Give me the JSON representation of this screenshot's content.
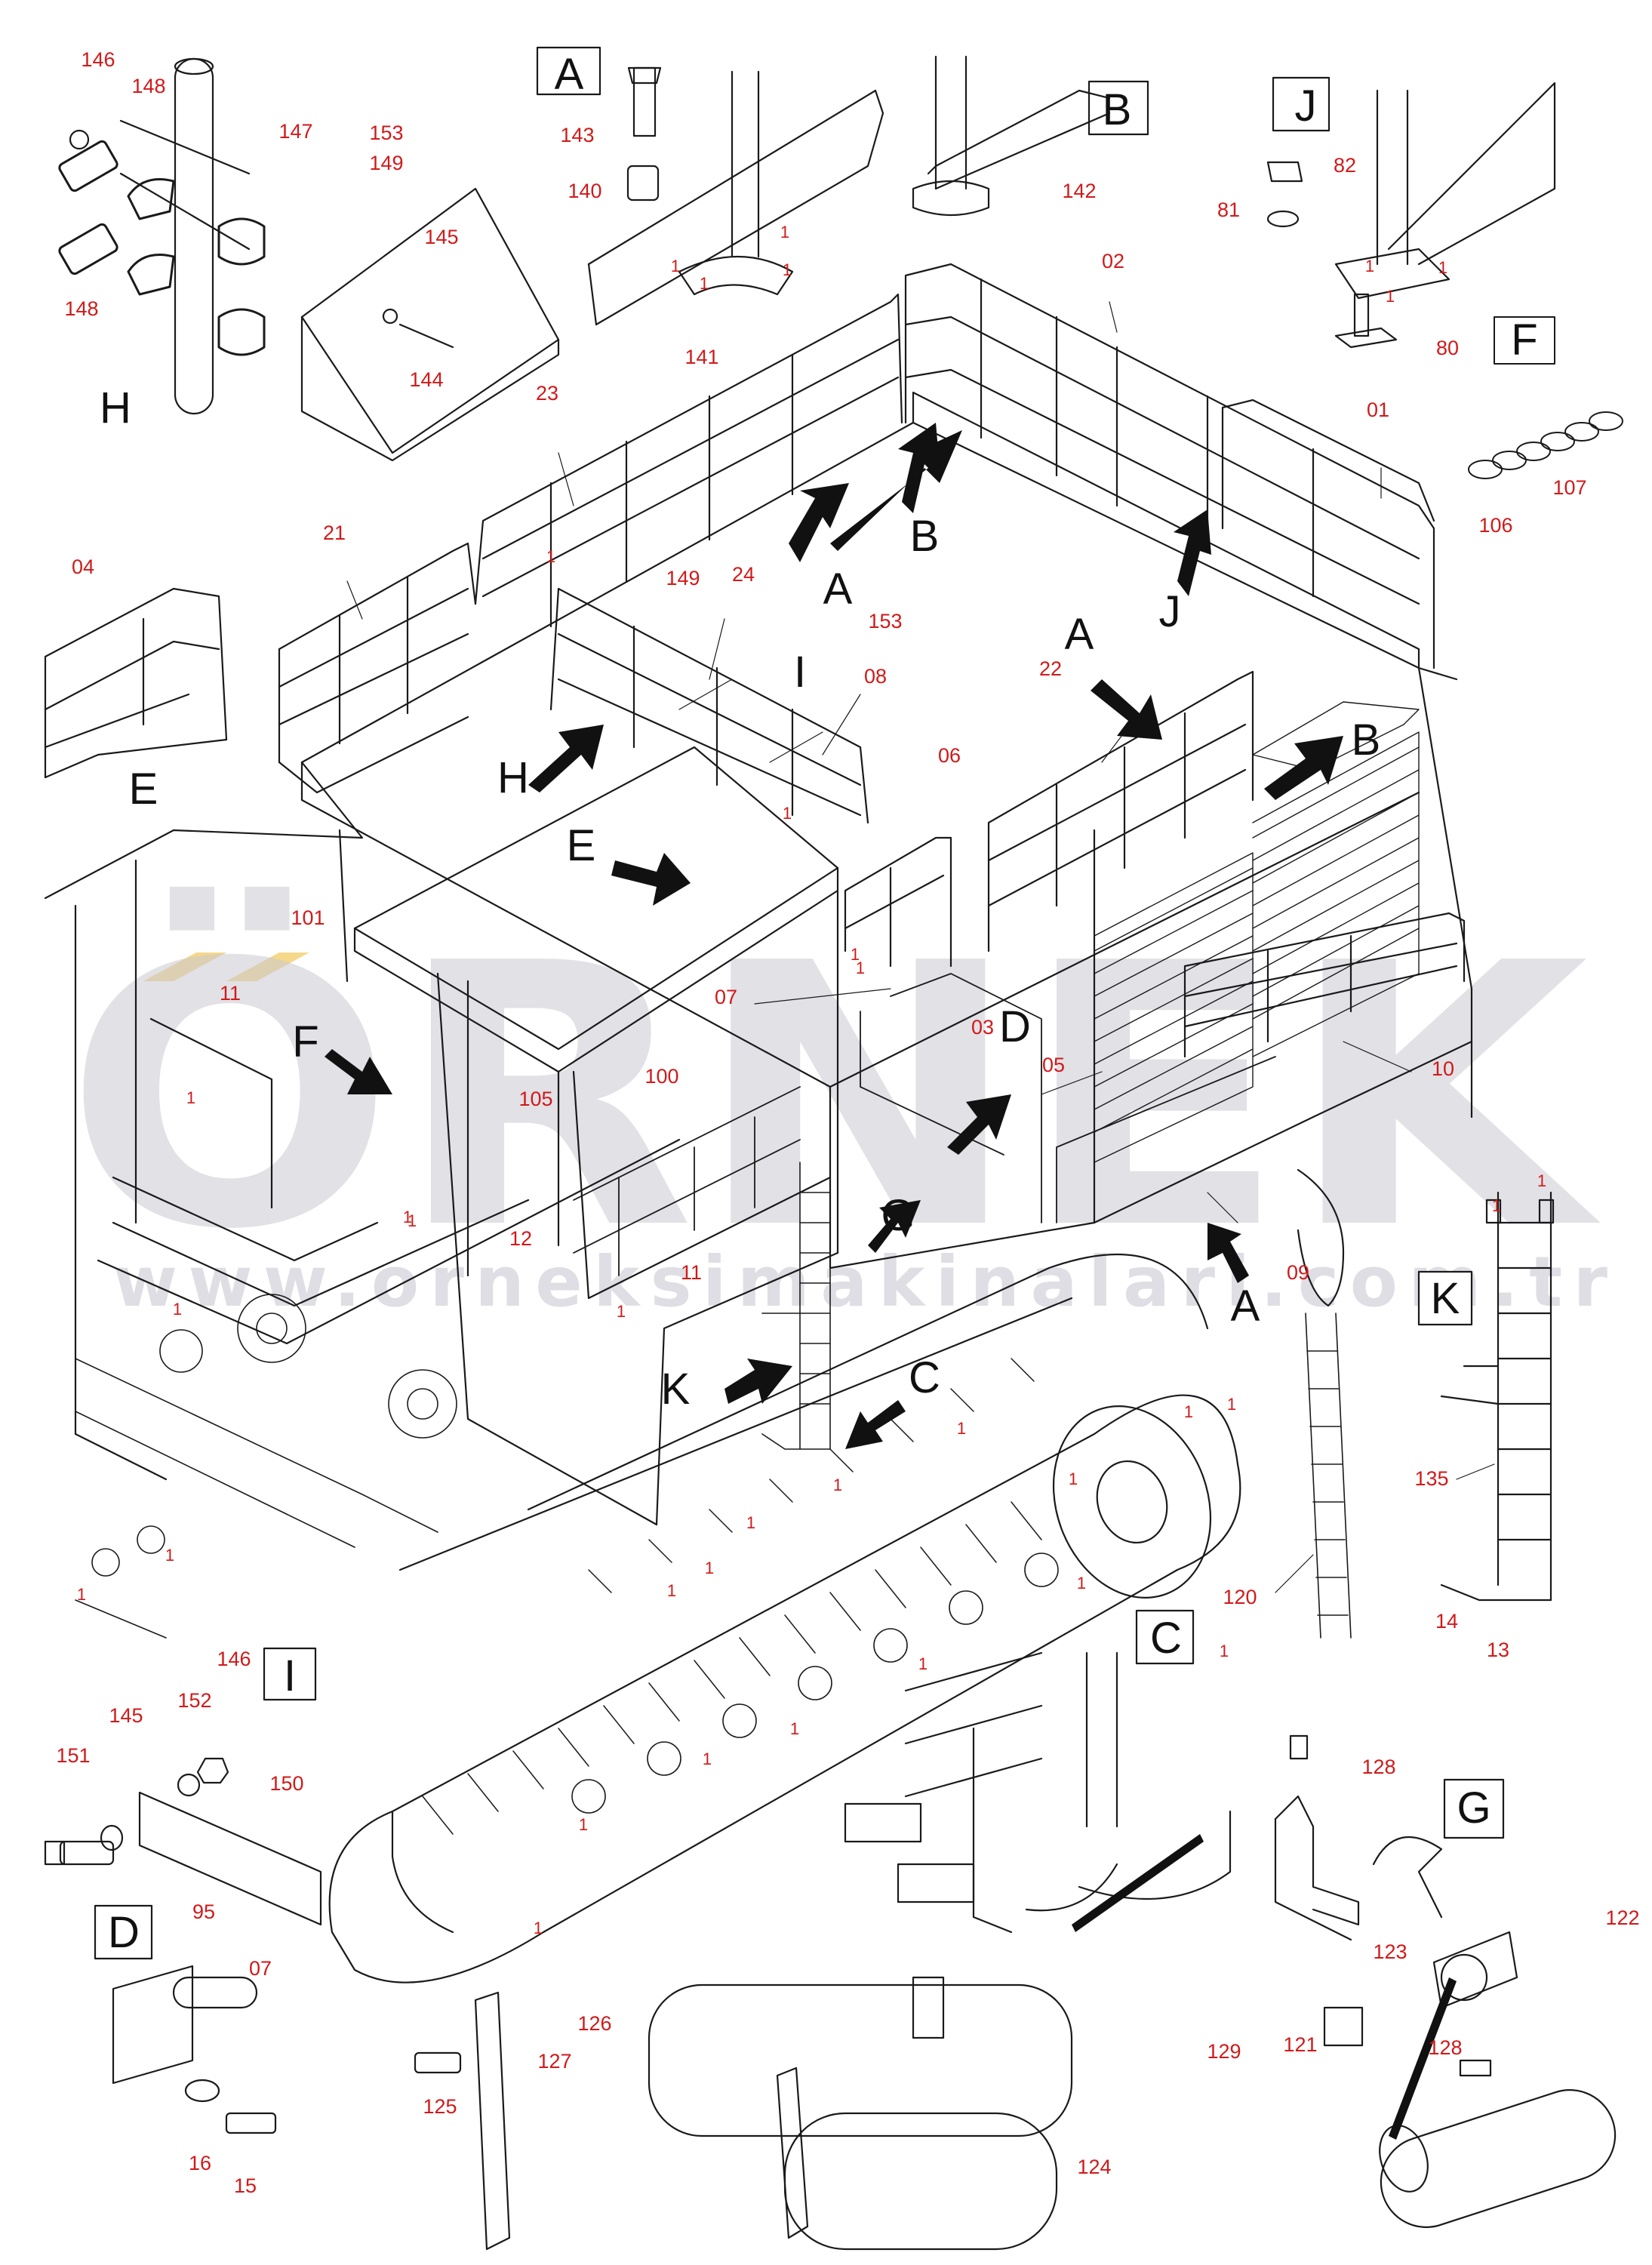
{
  "watermark": {
    "brand": "ÖRNEK",
    "url": "www.orneksimakinalari.com.tr"
  },
  "views": [
    "A",
    "B",
    "J",
    "H",
    "F",
    "E",
    "I",
    "D",
    "C",
    "G",
    "K"
  ],
  "main_labels": {
    "02": "02",
    "01": "01",
    "23": "23",
    "21": "21",
    "24": "24",
    "149": "149",
    "153": "153",
    "08": "08",
    "06": "06",
    "22": "22",
    "101": "101",
    "11": "11",
    "07": "07",
    "03": "03",
    "05": "05",
    "105": "105",
    "100": "100",
    "10": "10",
    "12": "12",
    "09": "09",
    "04": "04",
    "107": "107",
    "106": "106",
    "135": "135",
    "120": "120"
  },
  "detail_labels": {
    "h146": "146",
    "h148a": "148",
    "h147": "147",
    "h153": "153",
    "h149": "149",
    "h145": "145",
    "h148b": "148",
    "h144": "144",
    "a143": "143",
    "a140": "140",
    "a141": "141",
    "j142": "142",
    "b82": "82",
    "b81": "81",
    "b80": "80",
    "i146": "146",
    "i145": "145",
    "i152": "152",
    "i151": "151",
    "i150": "150",
    "d95": "95",
    "d07": "07",
    "d16": "16",
    "d15": "15",
    "c125": "125",
    "c127": "127",
    "c126": "126",
    "c124": "124",
    "g128a": "128",
    "g122": "122",
    "g123": "123",
    "g129": "129",
    "g121": "121",
    "g128b": "128",
    "k14": "14",
    "k13": "13"
  },
  "ref_mark": "1",
  "colors": {
    "line": "#1a1a1a",
    "label": "#d11a1a",
    "watermark": "#c8c8d2",
    "accent": "#f2c14e"
  }
}
